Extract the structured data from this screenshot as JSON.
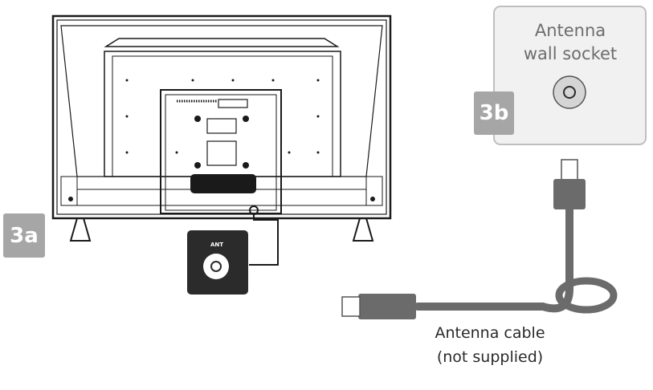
{
  "step_labels": {
    "tv": "3a",
    "wall": "3b"
  },
  "wall_socket": {
    "line1": "Antenna",
    "line2": "wall socket"
  },
  "ant_port": {
    "label": "ANT"
  },
  "cable": {
    "line1": "Antenna cable",
    "line2": "(not supplied)"
  },
  "colors": {
    "outline": "#1a1a1a",
    "badge": "#a6a6a6",
    "panel_fill": "#f1f1f1",
    "panel_border": "#bfbfbf",
    "cable": "#6b6b6b",
    "port_box": "#2b2b2b"
  }
}
